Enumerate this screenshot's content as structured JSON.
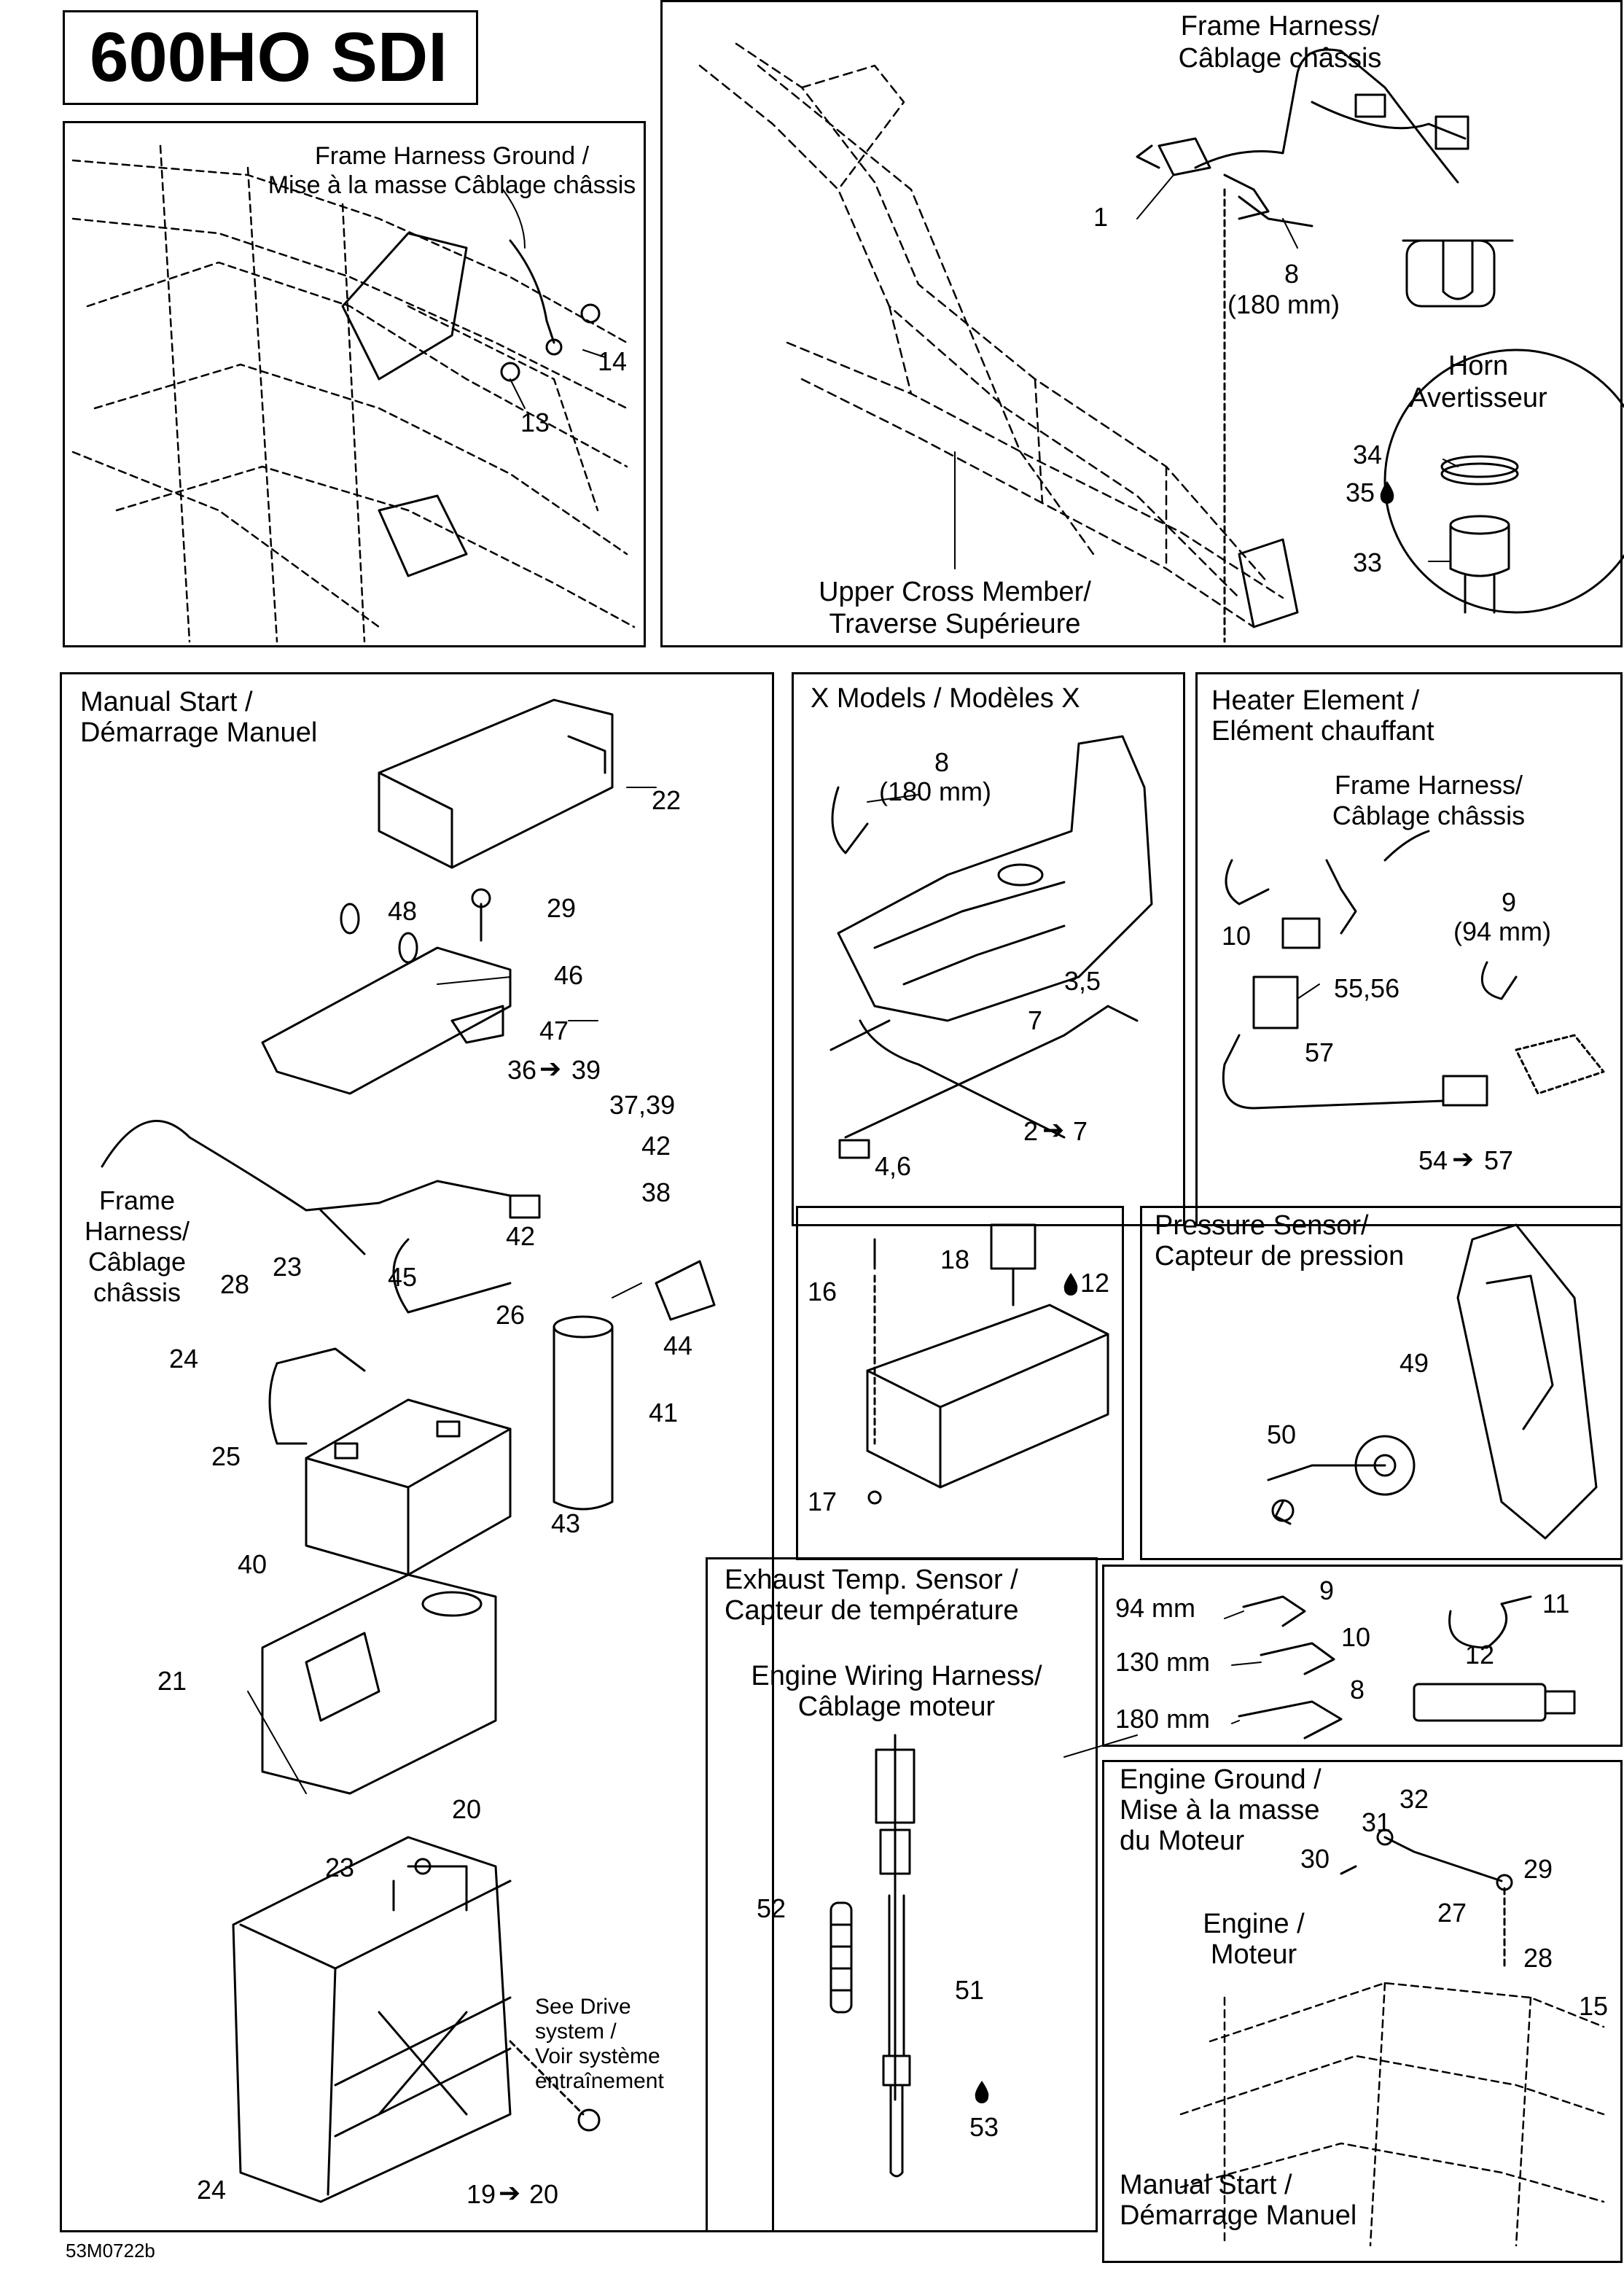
{
  "title": "600HO SDI",
  "code": "53M0722b",
  "panels": {
    "frame_ground": {
      "title": "Frame Harness Ground /\nMise à la masse Câblage châssis",
      "callouts": [
        "14",
        "13"
      ]
    },
    "frame_top": {
      "harness": "Frame Harness/\nCâblage châssis",
      "cross_member": "Upper Cross Member/\nTraverse Supérieure",
      "horn": "Horn\nAvertisseur",
      "callouts": {
        "c1": "1",
        "c8": "8",
        "c8mm": "(180 mm)",
        "c34": "34",
        "c35": "35",
        "c33": "33"
      }
    },
    "manual_start": {
      "title": "Manual Start /\nDémarrage Manuel",
      "frame_harness": "Frame\nHarness/\nCâblage\nchâssis",
      "see_drive": "See Drive\nsystem /\nVoir système\nentraînement",
      "callouts": {
        "c22": "22",
        "c48": "48",
        "c29": "29",
        "c46": "46",
        "c47": "47",
        "c36": "36",
        "c39": "39",
        "c3739": "37,39",
        "c42a": "42",
        "c38": "38",
        "c42b": "42",
        "c23a": "23",
        "c28": "28",
        "c45": "45",
        "c26": "26",
        "c44": "44",
        "c24a": "24",
        "c41": "41",
        "c25": "25",
        "c43": "43",
        "c40": "40",
        "c21": "21",
        "c20": "20",
        "c23b": "23",
        "c24b": "24",
        "c19": "19",
        "c19b": "20"
      }
    },
    "x_models": {
      "title": "X Models / Modèles X",
      "callouts": {
        "c8": "8",
        "c8mm": "(180 mm)",
        "c35": "3,5",
        "c7": "7",
        "c27a": "2",
        "c27b": "7",
        "c46": "4,6"
      }
    },
    "heater": {
      "title": "Heater Element /\nElément chauffant",
      "harness": "Frame Harness/\nCâblage châssis",
      "callouts": {
        "c10": "10",
        "c9": "9",
        "c9mm": "(94 mm)",
        "c5556": "55,56",
        "c57": "57",
        "c54a": "54",
        "c54b": "57"
      }
    },
    "fuse_box": {
      "callouts": {
        "c18": "18",
        "c12": "12",
        "c16": "16",
        "c17": "17"
      }
    },
    "pressure": {
      "title": "Pressure Sensor/\nCapteur de pression",
      "callouts": {
        "c49": "49",
        "c50": "50"
      }
    },
    "exhaust": {
      "title": "Exhaust Temp. Sensor /\nCapteur de température",
      "harness": "Engine Wiring Harness/\nCâblage moteur",
      "callouts": {
        "c52": "52",
        "c51": "51",
        "c53": "53"
      }
    },
    "ties": {
      "rows": [
        {
          "size": "94 mm",
          "num": "9"
        },
        {
          "size": "130 mm",
          "num": "10"
        },
        {
          "size": "180 mm",
          "num": "8"
        }
      ],
      "callouts": {
        "c11": "11",
        "c12": "12"
      }
    },
    "engine_ground": {
      "title": "Engine Ground /\nMise à la masse\ndu Moteur",
      "engine": "Engine /\nMoteur",
      "manual": "Manual Start /\nDémarrage Manuel",
      "callouts": {
        "c32": "32",
        "c31": "31",
        "c30": "30",
        "c29": "29",
        "c27": "27",
        "c28": "28",
        "c15": "15"
      }
    }
  }
}
